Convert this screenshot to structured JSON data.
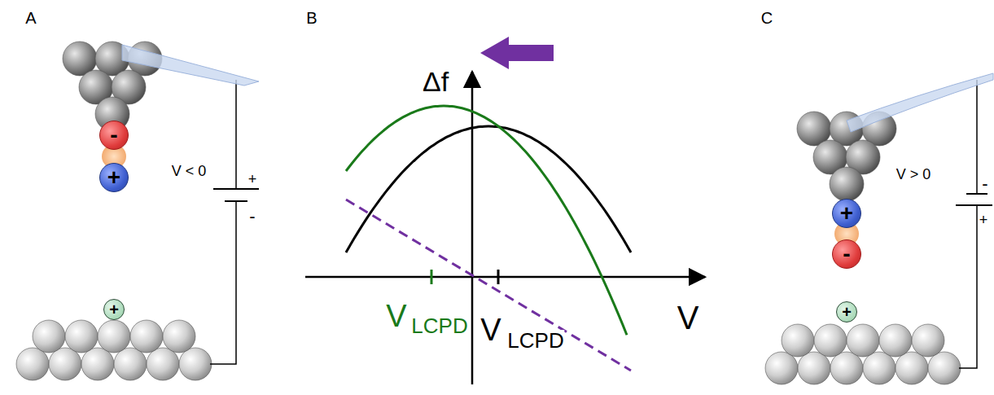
{
  "diagram": {
    "nodes": [
      {
        "text": [
          "-"
        ]
      },
      {
        "text": [
          "+"
        ]
      },
      {
        "text": [
          "+"
        ]
      },
      {
        "text": [
          "+"
        ]
      },
      {
        "text": [
          "-"
        ]
      },
      {
        "text": [
          "+"
        ]
      }
    ],
    "labels": [
      "A",
      "V < 0",
      "+",
      "-",
      "B",
      "Δf",
      "V",
      "V",
      "LCPD",
      "V",
      "LCPD",
      "C",
      "V > 0",
      "-",
      "+"
    ]
  }
}
